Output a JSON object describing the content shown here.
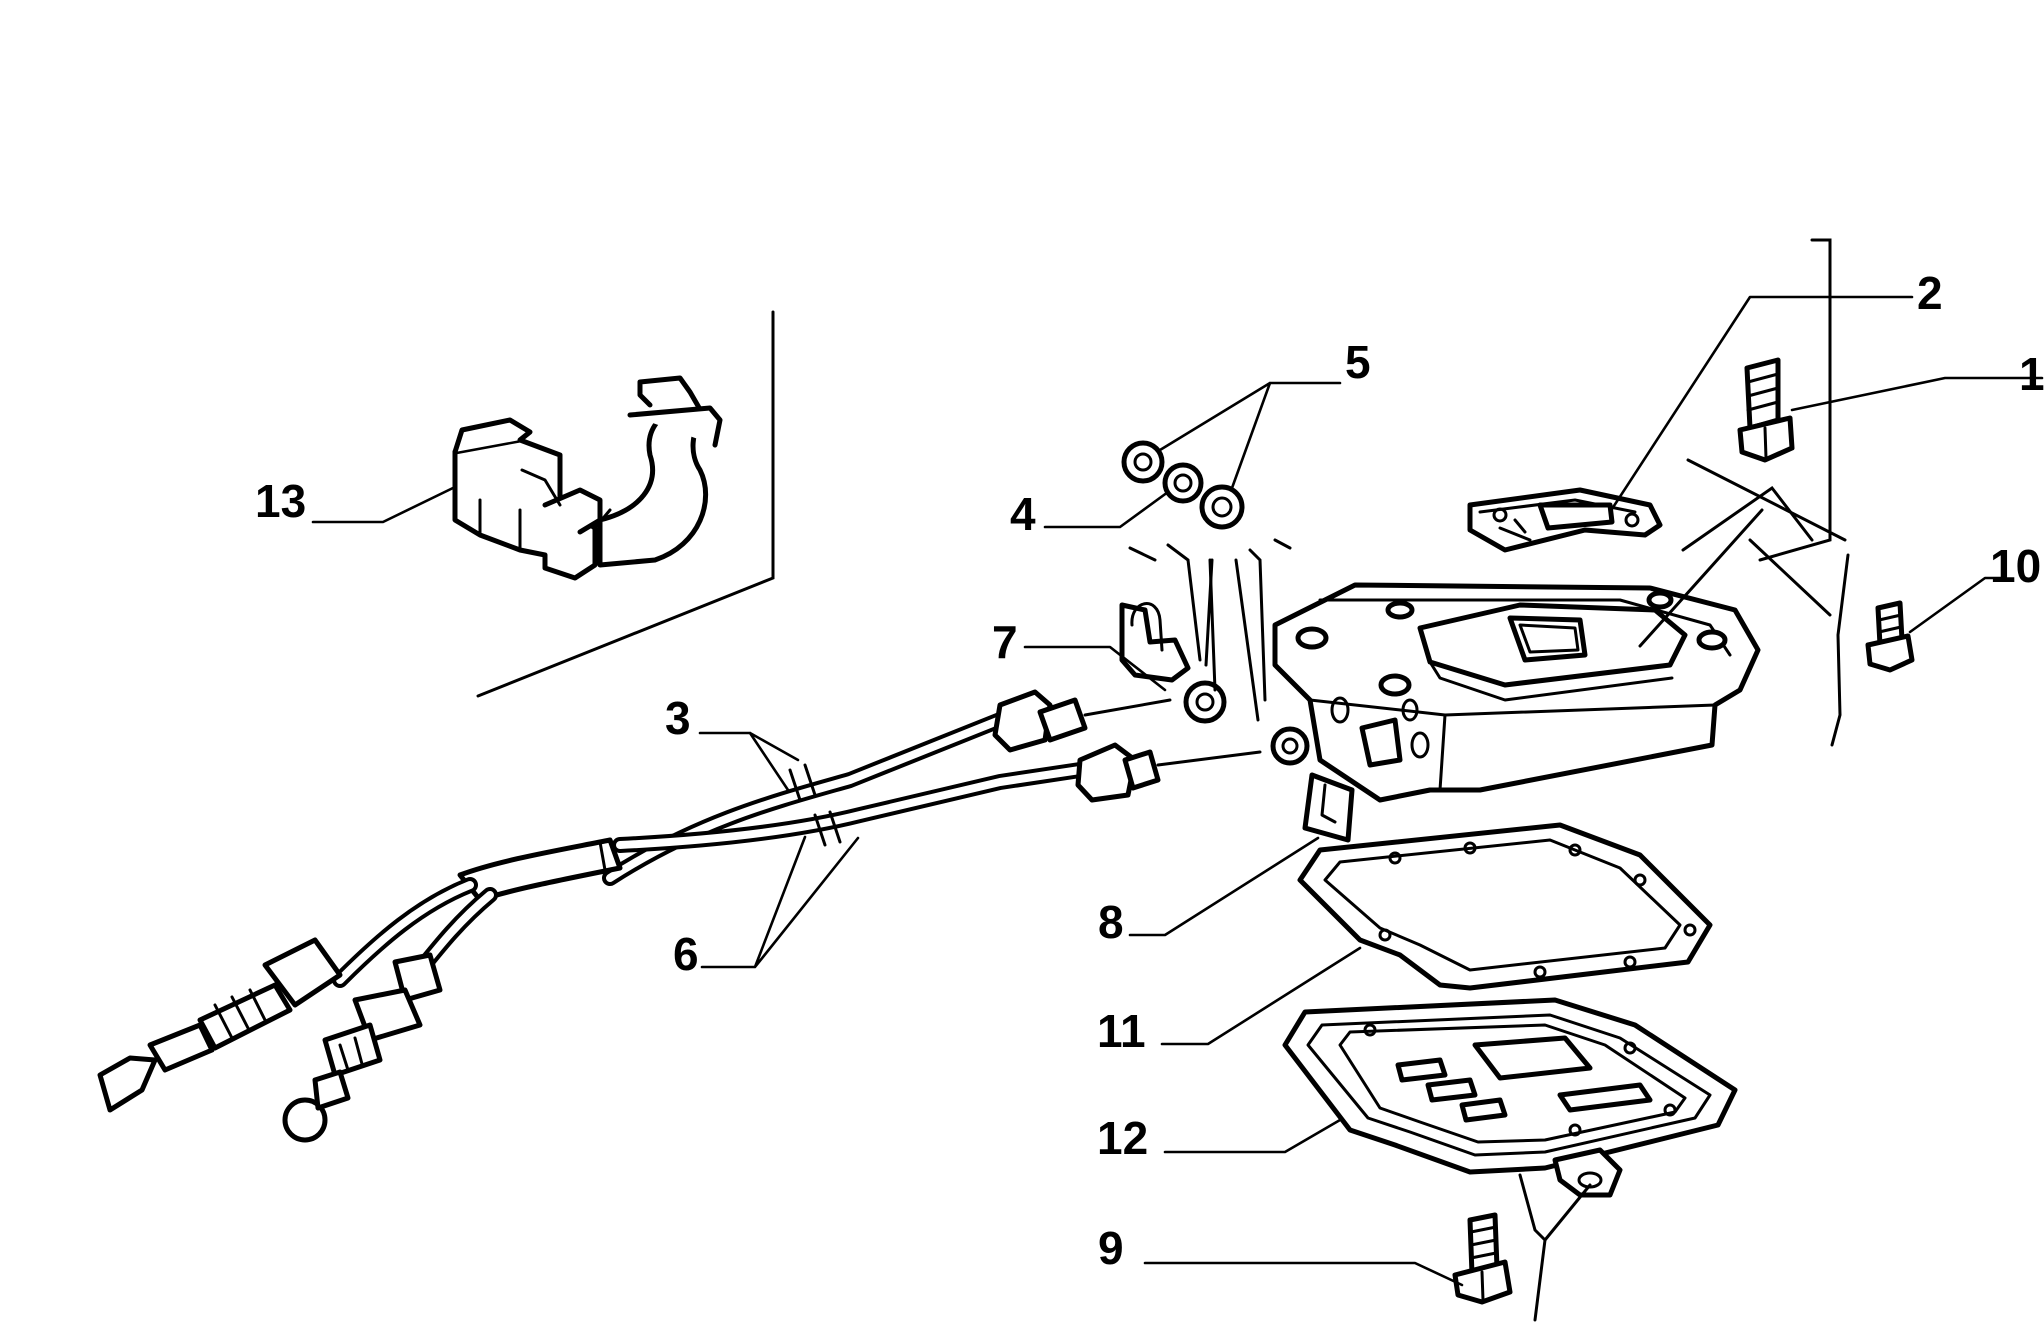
{
  "diagram": {
    "callouts": [
      {
        "id": "1",
        "text": "1"
      },
      {
        "id": "2",
        "text": "2"
      },
      {
        "id": "3",
        "text": "3"
      },
      {
        "id": "4",
        "text": "4"
      },
      {
        "id": "5",
        "text": "5"
      },
      {
        "id": "6",
        "text": "6"
      },
      {
        "id": "7",
        "text": "7"
      },
      {
        "id": "8",
        "text": "8"
      },
      {
        "id": "9",
        "text": "9"
      },
      {
        "id": "10",
        "text": "10"
      },
      {
        "id": "11",
        "text": "11"
      },
      {
        "id": "12",
        "text": "12"
      },
      {
        "id": "13",
        "text": "13"
      }
    ]
  },
  "colors": {
    "ink": "#000000",
    "background": "#ffffff"
  }
}
